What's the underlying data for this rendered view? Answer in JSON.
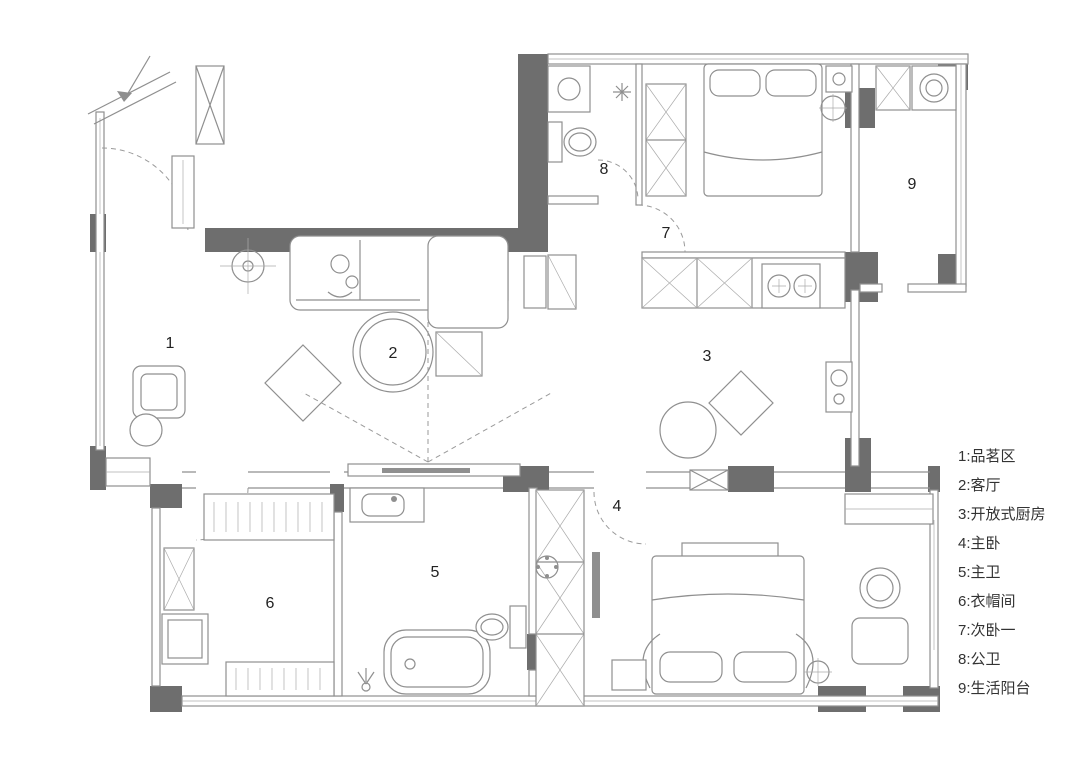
{
  "colors": {
    "background": "#ffffff",
    "wall": "#6e6e6e",
    "line": "#8f8f8f",
    "text": "#222222",
    "legend_text": "#333333"
  },
  "rooms": [
    {
      "num": "1",
      "name": "品茗区"
    },
    {
      "num": "2",
      "name": "客厅"
    },
    {
      "num": "3",
      "name": "开放式厨房"
    },
    {
      "num": "4",
      "name": "主卧"
    },
    {
      "num": "5",
      "name": "主卫"
    },
    {
      "num": "6",
      "name": "衣帽间"
    },
    {
      "num": "7",
      "name": "次卧一"
    },
    {
      "num": "8",
      "name": "公卫"
    },
    {
      "num": "9",
      "name": "生活阳台"
    }
  ],
  "legend": {
    "items": [
      "1:品茗区",
      "2:客厅",
      "3:开放式厨房",
      "4:主卧",
      "5:主卫",
      "6:衣帽间",
      "7:次卧一",
      "8:公卫",
      "9:生活阳台"
    ]
  }
}
